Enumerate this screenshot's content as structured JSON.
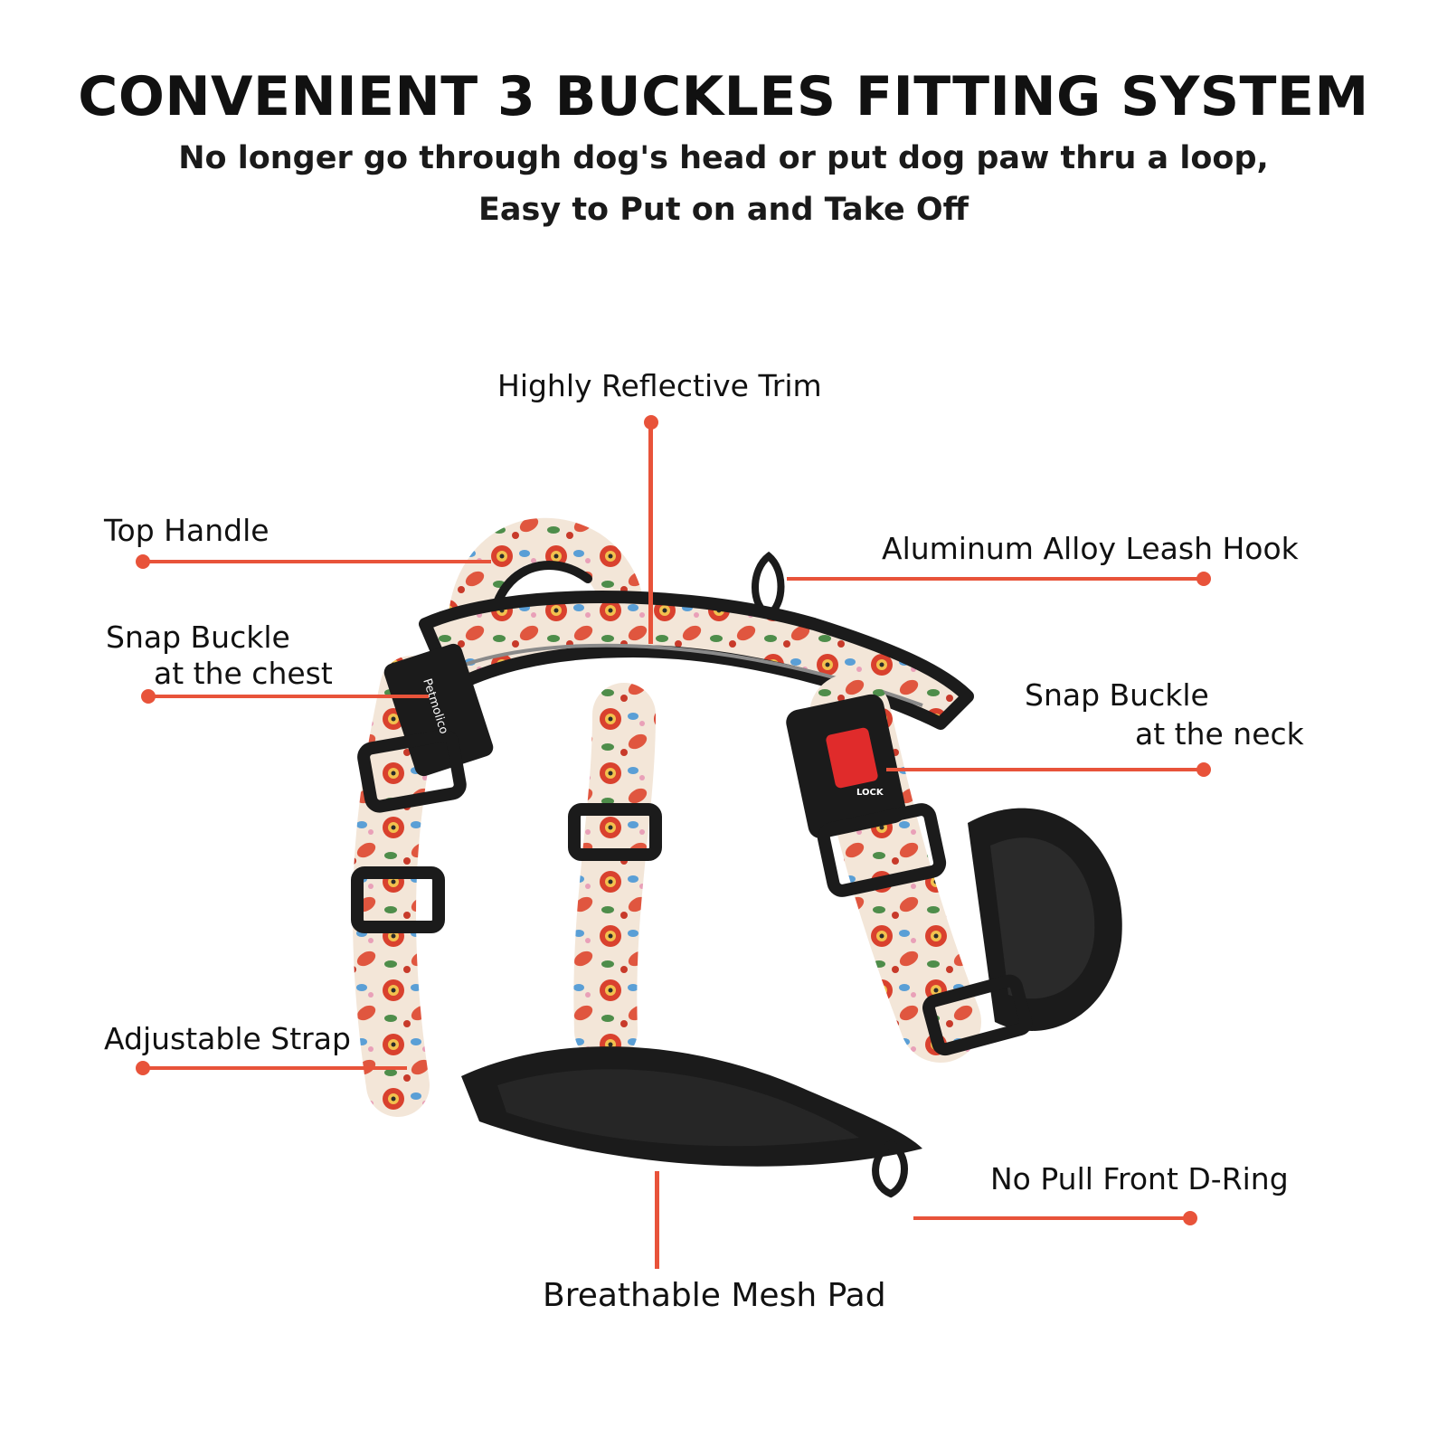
{
  "headline": "CONVENIENT 3 BUCKLES FITTING SYSTEM",
  "subheadline_line1": "No longer go through dog's head or put dog paw thru a loop,",
  "subheadline_line2": "Easy to Put on and Take Off",
  "callouts": {
    "reflective_trim": "Highly Reflective Trim",
    "top_handle": "Top Handle",
    "leash_hook": "Aluminum Alloy Leash Hook",
    "chest_buckle_line1": "Snap Buckle",
    "chest_buckle_line2": "at the chest",
    "neck_buckle_line1": "Snap Buckle",
    "neck_buckle_line2": "at the neck",
    "adjustable_strap": "Adjustable Strap",
    "front_d_ring": "No Pull Front D-Ring",
    "mesh_pad": "Breathable Mesh Pad"
  },
  "brand_mark": "Petmolico",
  "lock_mark": "LOCK",
  "colors": {
    "callout_accent": "#e8533a",
    "strap_red": "#d9412e",
    "padding_black": "#1b1b1b",
    "buckle_red": "#e02b2b"
  }
}
